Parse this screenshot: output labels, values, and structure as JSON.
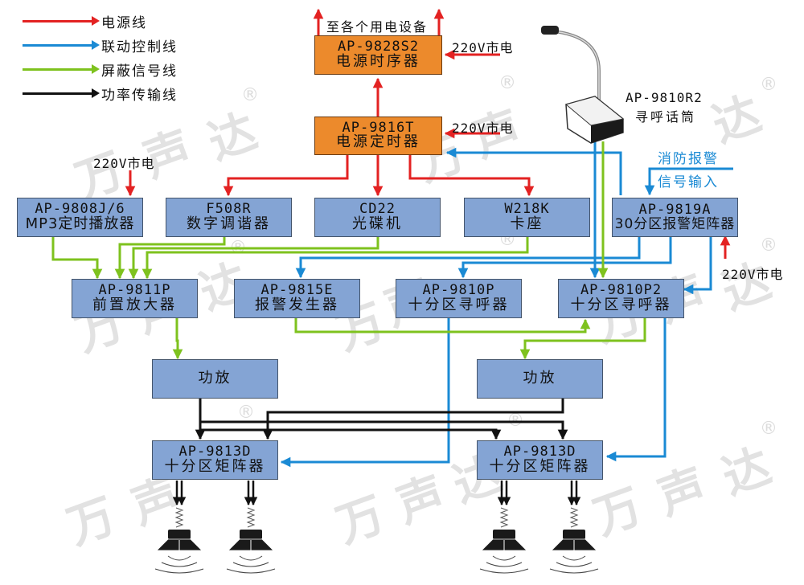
{
  "legend": [
    {
      "label": "电源线",
      "color": "#e32222"
    },
    {
      "label": "联动控制线",
      "color": "#1a8ad4"
    },
    {
      "label": "屏蔽信号线",
      "color": "#7ec21e"
    },
    {
      "label": "功率传输线",
      "color": "#111111"
    }
  ],
  "colors": {
    "power": "#e32222",
    "control": "#1a8ad4",
    "signal": "#7ec21e",
    "speaker": "#111111",
    "box_blue": "#84a4d4",
    "box_orange": "#ec8a2c"
  },
  "watermark": {
    "chars": [
      "万",
      "声",
      "达"
    ],
    "registered": "®"
  },
  "labels": {
    "to_all_devices": "至各个用电设备",
    "mains_1": "220V市电",
    "mains_2": "220V市电",
    "mains_3": "220V市电",
    "mains_4": "220V市电",
    "fire_alarm_line1": "消防报警",
    "fire_alarm_line2": "信号输入",
    "mic_model": "AP-9810R2",
    "mic_name": "寻呼话筒"
  },
  "devices": {
    "sequencer": {
      "model": "AP-9828S2",
      "name": "电源时序器"
    },
    "timer": {
      "model": "AP-9816T",
      "name": "电源定时器"
    },
    "mp3": {
      "model": "AP-9808J/6",
      "name": "MP3定时播放器"
    },
    "tuner": {
      "model": "F508R",
      "name": "数字调谐器"
    },
    "cd": {
      "model": "CD22",
      "name": "光碟机"
    },
    "deck": {
      "model": "W218K",
      "name": "卡座"
    },
    "alarm_matrix": {
      "model": "AP-9819A",
      "name": "30分区报警矩阵器"
    },
    "preamp": {
      "model": "AP-9811P",
      "name": "前置放大器"
    },
    "alarm_gen": {
      "model": "AP-9815E",
      "name": "报警发生器"
    },
    "pager1": {
      "model": "AP-9810P",
      "name": "十分区寻呼器"
    },
    "pager2": {
      "model": "AP-9810P2",
      "name": "十分区寻呼器"
    },
    "amp1": {
      "name": "功放"
    },
    "amp2": {
      "name": "功放"
    },
    "matrix1": {
      "model": "AP-9813D",
      "name": "十分区矩阵器"
    },
    "matrix2": {
      "model": "AP-9813D",
      "name": "十分区矩阵器"
    }
  }
}
